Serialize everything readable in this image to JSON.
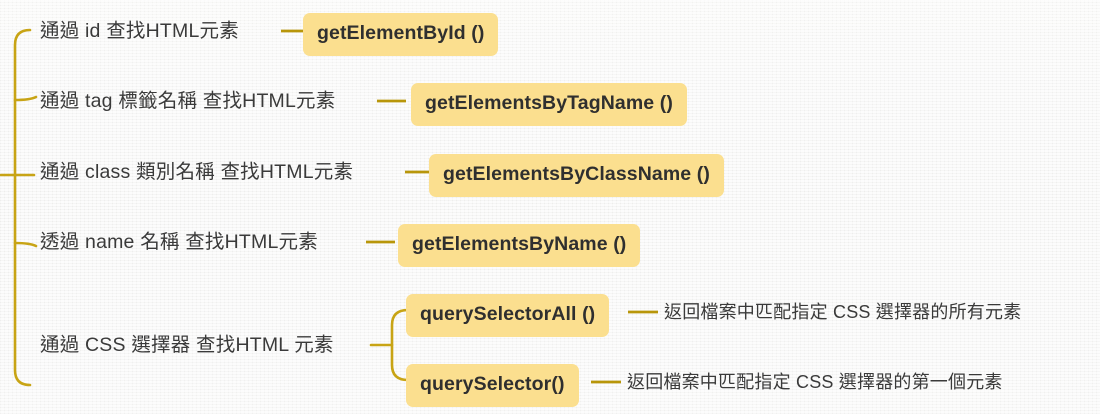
{
  "diagram": {
    "type": "mind-map",
    "title": "",
    "colors": {
      "background": "#f5f5f4",
      "badge_fill": "#fbdf8f",
      "badge_text": "#2f2f2f",
      "branch_line": "#c8a415",
      "connector_line": "#b8960a",
      "label_text": "#3a3a3a"
    },
    "branches": [
      {
        "label": "通過 id 查找HTML元素",
        "method": "getElementById ()"
      },
      {
        "label": "通過 tag 標籤名稱 查找HTML元素",
        "method": "getElementsByTagName ()"
      },
      {
        "label": "通過 class 類別名稱 查找HTML元素",
        "method": "getElementsByClassName ()"
      },
      {
        "label": "透過 name 名稱 查找HTML元素",
        "method": "getElementsByName ()"
      },
      {
        "label": "通過 CSS 選擇器 查找HTML 元素",
        "children": [
          {
            "method": "querySelectorAll ()",
            "description": "返回檔案中匹配指定 CSS 選擇器的所有元素"
          },
          {
            "method": "querySelector()",
            "description": "返回檔案中匹配指定 CSS 選擇器的第一個元素"
          }
        ]
      }
    ]
  }
}
